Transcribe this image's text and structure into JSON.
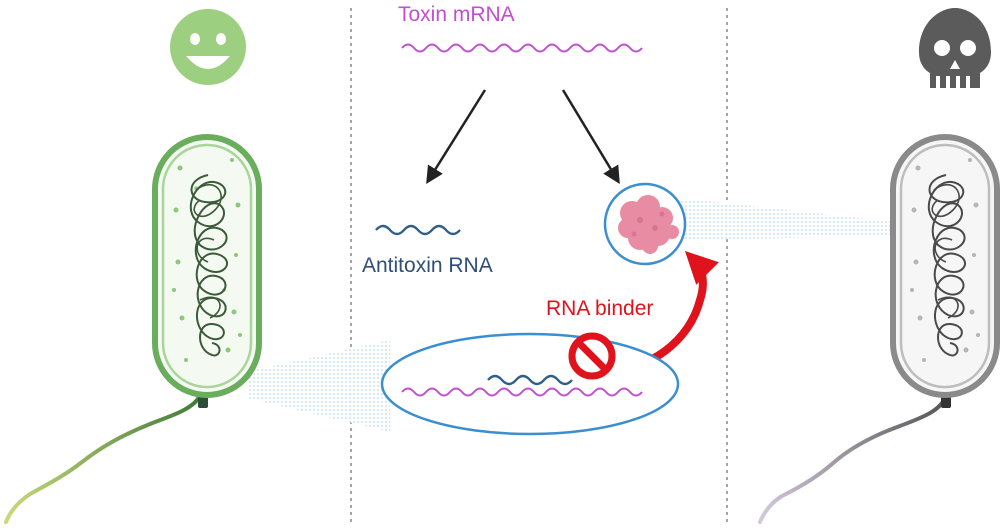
{
  "labels": {
    "toxin_mrna": "Toxin mRNA",
    "antitoxin_rna": "Antitoxin RNA",
    "rna_binder": "RNA binder"
  },
  "icons": {
    "healthy": "smiley-face-icon",
    "dead": "skull-icon",
    "prohibit": "no-sign-icon"
  },
  "colors": {
    "toxin_mrna": "#c24fcf",
    "antitoxin_rna": "#2f5f86",
    "rna_binder": "#e0121b",
    "healthy_cell": "#6aad5c",
    "healthy_face": "#9ccf7f",
    "dead_cell": "#8a8a8a",
    "skull": "#5b5b5b",
    "toxin_protein": "#e88ca4",
    "zoom_circle": "#3b8fd0"
  }
}
